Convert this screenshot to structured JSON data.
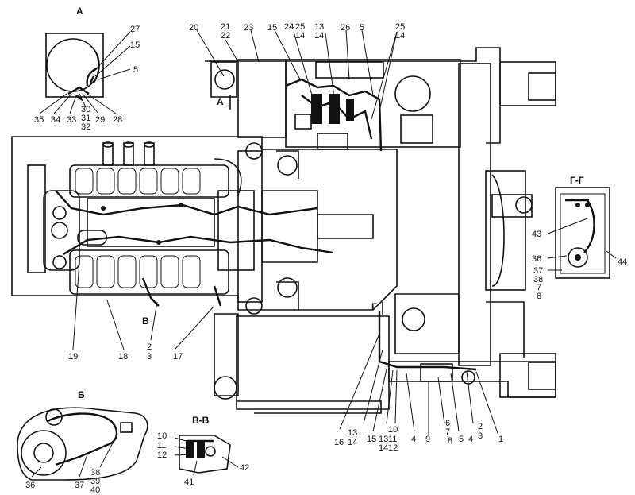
{
  "views": {
    "A": "А",
    "B": "Б",
    "BV": "В-В",
    "GG": "Г-Г",
    "arrow_A": "А",
    "arrow_V": "В",
    "arrow_G": "Г"
  },
  "labels": [
    {
      "id": "a27",
      "t": "27"
    },
    {
      "id": "a15",
      "t": "15"
    },
    {
      "id": "a5",
      "t": "5"
    },
    {
      "id": "a35",
      "t": "35"
    },
    {
      "id": "a34",
      "t": "34"
    },
    {
      "id": "a33",
      "t": "33"
    },
    {
      "id": "a30",
      "t": "30"
    },
    {
      "id": "a31",
      "t": "31"
    },
    {
      "id": "a32",
      "t": "32"
    },
    {
      "id": "a29",
      "t": "29"
    },
    {
      "id": "a28",
      "t": "28"
    },
    {
      "id": "t20",
      "t": "20"
    },
    {
      "id": "t21",
      "t": "21"
    },
    {
      "id": "t22",
      "t": "22"
    },
    {
      "id": "t23",
      "t": "23"
    },
    {
      "id": "t15",
      "t": "15"
    },
    {
      "id": "t24",
      "t": "24"
    },
    {
      "id": "t25a",
      "t": "25"
    },
    {
      "id": "t14a",
      "t": "14"
    },
    {
      "id": "t13",
      "t": "13"
    },
    {
      "id": "t14b",
      "t": "14"
    },
    {
      "id": "t26",
      "t": "26"
    },
    {
      "id": "t5",
      "t": "5"
    },
    {
      "id": "t25b",
      "t": "25"
    },
    {
      "id": "t14c",
      "t": "14"
    },
    {
      "id": "l19",
      "t": "19"
    },
    {
      "id": "l18",
      "t": "18"
    },
    {
      "id": "l2",
      "t": "2"
    },
    {
      "id": "l3",
      "t": "3"
    },
    {
      "id": "l17",
      "t": "17"
    },
    {
      "id": "b16",
      "t": "16"
    },
    {
      "id": "b13",
      "t": "13"
    },
    {
      "id": "b14",
      "t": "14"
    },
    {
      "id": "b15",
      "t": "15"
    },
    {
      "id": "b13b",
      "t": "13"
    },
    {
      "id": "b14b",
      "t": "14"
    },
    {
      "id": "b10",
      "t": "10"
    },
    {
      "id": "b11",
      "t": "11"
    },
    {
      "id": "b12",
      "t": "12"
    },
    {
      "id": "b4",
      "t": "4"
    },
    {
      "id": "b9",
      "t": "9"
    },
    {
      "id": "b6",
      "t": "6"
    },
    {
      "id": "b7",
      "t": "7"
    },
    {
      "id": "b8",
      "t": "8"
    },
    {
      "id": "b5",
      "t": "5"
    },
    {
      "id": "b4b",
      "t": "4"
    },
    {
      "id": "b2",
      "t": "2"
    },
    {
      "id": "b3",
      "t": "3"
    },
    {
      "id": "b1",
      "t": "1"
    },
    {
      "id": "g43",
      "t": "43"
    },
    {
      "id": "g36",
      "t": "36"
    },
    {
      "id": "g37",
      "t": "37"
    },
    {
      "id": "g38",
      "t": "38"
    },
    {
      "id": "g7",
      "t": "7"
    },
    {
      "id": "g8",
      "t": "8"
    },
    {
      "id": "g44",
      "t": "44"
    },
    {
      "id": "v10",
      "t": "10"
    },
    {
      "id": "v11",
      "t": "11"
    },
    {
      "id": "v12",
      "t": "12"
    },
    {
      "id": "v41",
      "t": "41"
    },
    {
      "id": "v42",
      "t": "42"
    },
    {
      "id": "s36",
      "t": "36"
    },
    {
      "id": "s37",
      "t": "37"
    },
    {
      "id": "s38",
      "t": "38"
    },
    {
      "id": "s39",
      "t": "39"
    },
    {
      "id": "s40",
      "t": "40"
    }
  ]
}
